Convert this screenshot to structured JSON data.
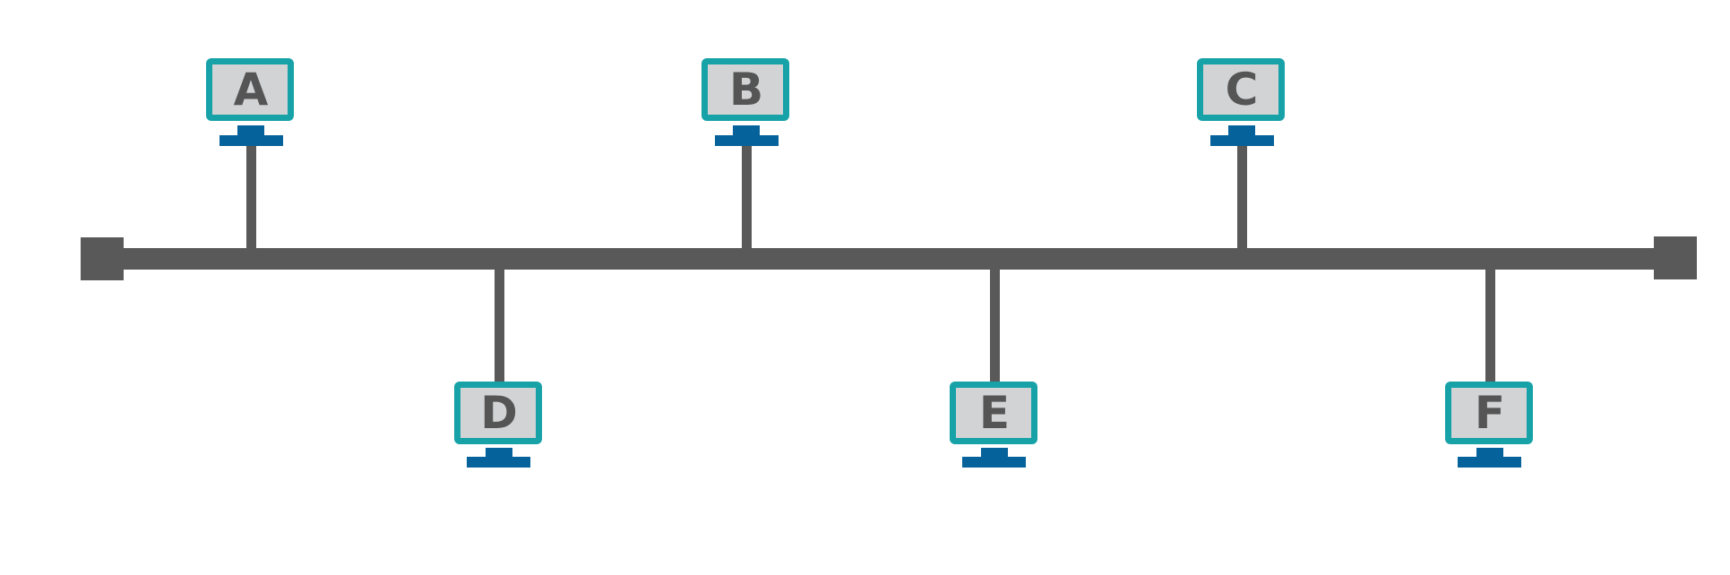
{
  "diagram": {
    "type": "bus-network-topology",
    "colors": {
      "bus": "#595959",
      "monitor_frame": "#17a2a8",
      "monitor_screen": "#d2d3d5",
      "monitor_stand": "#06629a",
      "label": "#555555"
    },
    "icon": "computer-monitor-icon",
    "nodes": [
      {
        "id": "A",
        "label": "A",
        "side": "top"
      },
      {
        "id": "B",
        "label": "B",
        "side": "top"
      },
      {
        "id": "C",
        "label": "C",
        "side": "top"
      },
      {
        "id": "D",
        "label": "D",
        "side": "bottom"
      },
      {
        "id": "E",
        "label": "E",
        "side": "bottom"
      },
      {
        "id": "F",
        "label": "F",
        "side": "bottom"
      }
    ]
  }
}
